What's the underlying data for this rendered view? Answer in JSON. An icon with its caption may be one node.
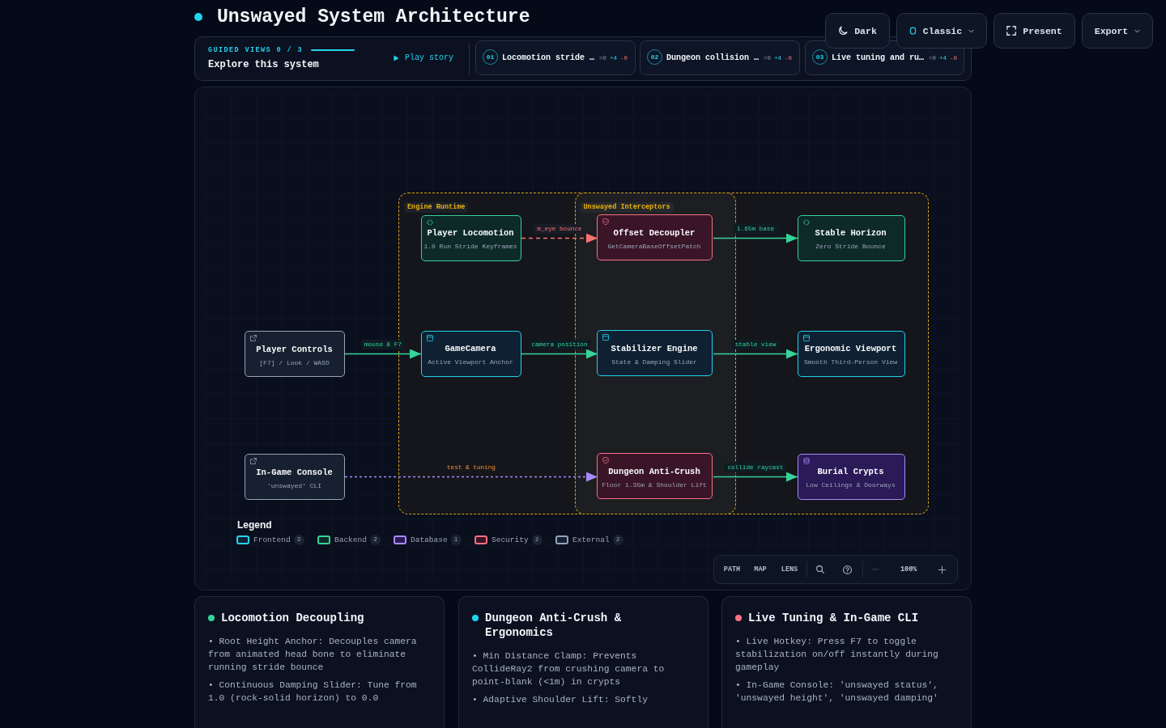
{
  "diagram": {
    "title": "Unswayed System Architecture",
    "nodes": [
      {
        "text": [
          "Engine Runtime"
        ]
      },
      {
        "text": [
          "Unswayed Interceptors"
        ],
        "in": 0
      },
      {
        "text": [
          "Player Locomotion",
          "1.0 Run Stride Keyframes"
        ],
        "in": 0
      },
      {
        "text": [
          "Offset Decoupler",
          "GetCameraBaseOffsetPatch"
        ],
        "in": 1
      },
      {
        "text": [
          "Stable Horizon",
          "Zero Stride Bounce"
        ],
        "in": 0
      },
      {
        "text": [
          "Player Controls",
          "[F7] / Look / WASD"
        ]
      },
      {
        "text": [
          "GameCamera",
          "Active Viewport Anchor"
        ],
        "in": 0
      },
      {
        "text": [
          "Stabilizer Engine",
          "State & Damping Slider"
        ],
        "in": 1
      },
      {
        "text": [
          "Ergonomic Viewport",
          "Smooth Third-Person View"
        ],
        "in": 0
      },
      {
        "text": [
          "In-Game Console",
          "'unswayed' CLI"
        ]
      },
      {
        "text": [
          "Dungeon Anti-Crush",
          "Floor 1.35m & Shoulder Lift"
        ],
        "in": 1
      },
      {
        "text": [
          "Burial Crypts",
          "Low Ceilings & Doorways"
        ],
        "in": 0
      }
    ],
    "edges": [
      {
        "from": 2,
        "to": 3,
        "arrow": "to",
        "label": "m_eye bounce",
        "style": "dashed",
        "color": "#f87171"
      },
      {
        "from": 3,
        "to": 4,
        "arrow": "to",
        "label": "1.65m base"
      },
      {
        "from": 5,
        "to": 6,
        "arrow": "to",
        "label": "mouse & F7"
      },
      {
        "from": 6,
        "to": 7,
        "arrow": "to",
        "label": "camera position"
      },
      {
        "from": 7,
        "to": 8,
        "arrow": "to",
        "label": "stable view"
      },
      {
        "from": 9,
        "to": 10,
        "arrow": "to",
        "label": "test & tuning",
        "style": "dashed",
        "color": "#a78bfa"
      },
      {
        "from": 10,
        "to": 11,
        "arrow": "to",
        "label": "collide raycast"
      }
    ],
    "labels": [
      "Dark",
      "Classic",
      "Present",
      "Export",
      "GUIDED VIEWS 0 / 3",
      "Explore this system",
      "Play story",
      "01",
      "Locomotion stride …",
      "=0",
      "+4",
      "-0",
      "02",
      "Dungeon collision …",
      "=0",
      "+4",
      "-0",
      "03",
      "Live tuning and ru…",
      "=0",
      "+4",
      "-0",
      "Legend",
      "3",
      "2",
      "1",
      "2",
      "2",
      "PATH",
      "MAP",
      "LENS",
      "100%",
      "Locomotion Decoupling",
      "• Root Height Anchor: Decouples camera from animated head bone to eliminate running stride bounce",
      "• Continuous Damping Slider: Tune from 1.0 (rock-solid horizon) to 0.0",
      "Dungeon Anti-Crush & Ergonomics",
      "• Min Distance Clamp: Prevents CollideRay2 from crushing camera to point-blank (<1m) in crypts",
      "• Adaptive Shoulder Lift: Softly",
      "Live Tuning & In-Game CLI",
      "• Live Hotkey: Press F7 to toggle stabilization on/off instantly during gameplay",
      "• In-Game Console: 'unswayed status', 'unswayed height', 'unswayed damping'"
    ],
    "legend": [
      {
        "text": "Frontend",
        "color": "#22d3ee"
      },
      {
        "text": "Backend",
        "color": "#34d399"
      },
      {
        "text": "Database",
        "color": "#a78bfa"
      },
      {
        "text": "Security",
        "color": "#fb7185"
      },
      {
        "text": "External",
        "color": "#94a3b8"
      }
    ]
  }
}
